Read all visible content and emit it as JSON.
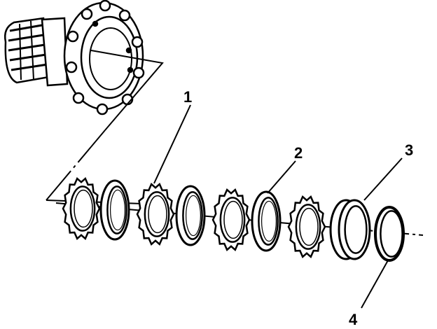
{
  "diagram": {
    "parts": [
      {
        "id": "plate-a",
        "kind": "friction-plate"
      },
      {
        "id": "plate-b",
        "kind": "steel-plate"
      },
      {
        "id": "plate-c",
        "kind": "friction-plate"
      },
      {
        "id": "plate-d",
        "kind": "steel-plate"
      },
      {
        "id": "plate-e",
        "kind": "friction-plate"
      },
      {
        "id": "plate-f",
        "kind": "steel-plate"
      },
      {
        "id": "plate-g",
        "kind": "friction-plate"
      },
      {
        "id": "backing-plate",
        "kind": "backing-plate"
      },
      {
        "id": "snap-ring",
        "kind": "snap-ring"
      }
    ],
    "callouts": [
      {
        "label": "1",
        "target": "plate-c"
      },
      {
        "label": "2",
        "target": "plate-f"
      },
      {
        "label": "3",
        "target": "backing-plate"
      },
      {
        "label": "4",
        "target": "snap-ring"
      }
    ]
  },
  "colors": {
    "ink": "#000000",
    "paper": "#ffffff"
  }
}
